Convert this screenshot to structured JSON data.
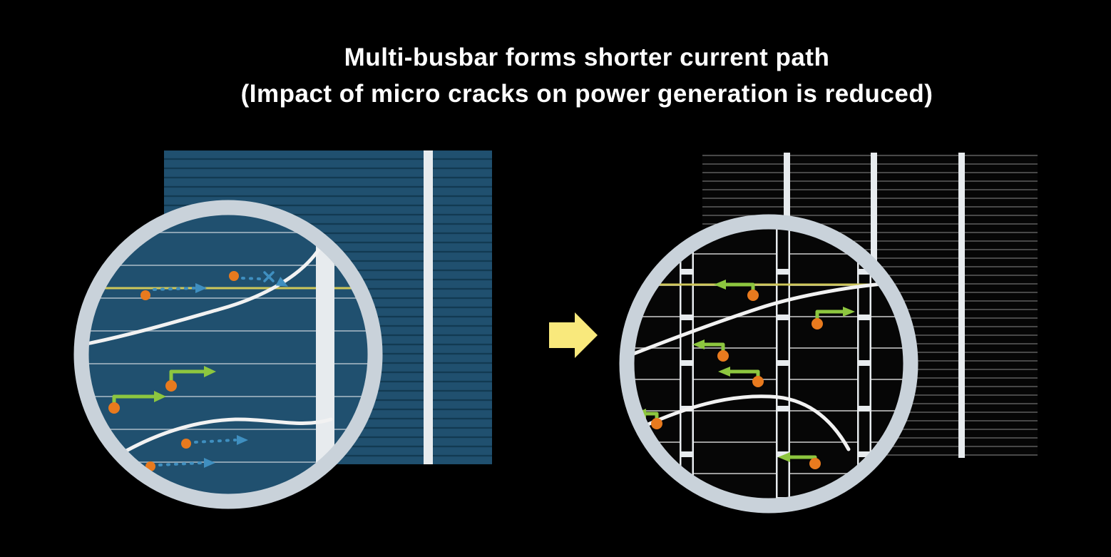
{
  "title": {
    "line1": "Multi-busbar forms shorter current path",
    "line2": "(Impact of micro cracks on power generation is reduced)"
  },
  "icons": {
    "transition_arrow": "right-block-arrow",
    "long_path_marker": "dotted-arrow",
    "short_path_marker": "solid-elbow-arrow",
    "blocked_path_marker": "x-cross"
  },
  "colors": {
    "background": "#000000",
    "title-text": "#ffffff",
    "cell-blue": "#20506f",
    "cell-blue-line": "#123a52",
    "zoom-blue-line": "#8aa2b2",
    "cell-black": "#060606",
    "cell-black-line": "#7f7f7f",
    "zoom-black-line": "#9c9c9c",
    "busbar-white": "#e7ebee",
    "ring-gray": "#c9d2da",
    "arrow-yellow": "#f9e97c",
    "path-blue": "#3f8fc0",
    "path-green": "#8dc63f",
    "dot-orange": "#e87a1e",
    "crack-white": "#f2f2f2",
    "line-yellow": "#cfc75a"
  }
}
